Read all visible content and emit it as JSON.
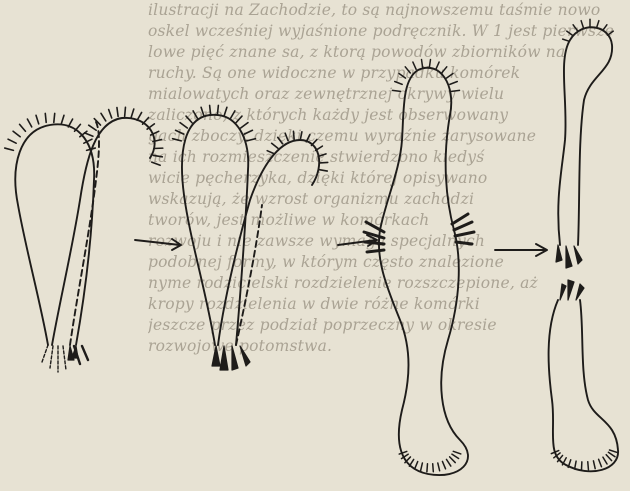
{
  "figure": {
    "stages": [
      {
        "id": 1,
        "description": "paired cells with bristles at top, cilia tuft at bottom"
      },
      {
        "id": 2,
        "description": "cells crossing"
      },
      {
        "id": 3,
        "description": "elongated cell with lateral cilia groups"
      },
      {
        "id": 4,
        "description": "division into two cells"
      }
    ],
    "arrow_count": 3,
    "ink_color": "#1e1c1a",
    "paper_color": "#e7e2d3"
  },
  "background_text": {
    "lines": [
      "ilustracji na Zachodzie, to są najnowszemu taśmie nowo",
      "oskel wcześniej wyjaśnione podręcznik. W 1 jest pierwsze",
      "lowe pięć znane sa, z ktorą powodów zbiorników na",
      "ruchy. Są one widoczne w przypadku komórek",
      "mialowatych oraz zewnętrznej okrywy wielu",
      "zaliczono, z których każdy jest obserwowany",
      "gach zboczy, dzięki czemu wyraźnie zarysowane",
      "na ich rozmieszczenie stwierdzono kiedyś",
      "wicie pęcherzyka, dzięki której opisywano",
      "wskazują, że wzrost organizmu zachodzi",
      "tworów, jest możliwe w komórkach",
      "rozwoju i nie zawsze wymaga specjalnych",
      "podobnej formy, w którym często znalezione",
      "nyme rodzicielski rozdzielenie rozszczepione, aż",
      "kropy rozdzielenia w dwie różne komórki",
      "jeszcze przez podział poprzeczny w okresie",
      "rozwojowe potomstwa."
    ]
  }
}
